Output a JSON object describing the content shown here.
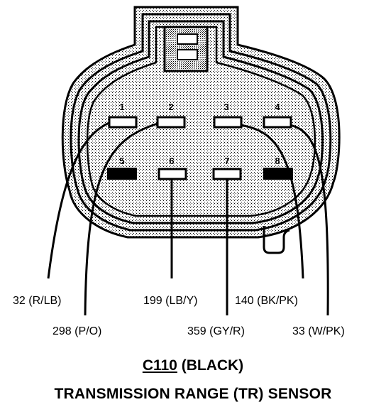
{
  "connector": {
    "id": "C110",
    "color_note": "(BLACK)",
    "name": "TRANSMISSION RANGE (TR) SENSOR"
  },
  "pins": [
    {
      "number": "1",
      "state": "used"
    },
    {
      "number": "2",
      "state": "used"
    },
    {
      "number": "3",
      "state": "used"
    },
    {
      "number": "4",
      "state": "used"
    },
    {
      "number": "5",
      "state": "plugged"
    },
    {
      "number": "6",
      "state": "used"
    },
    {
      "number": "7",
      "state": "used"
    },
    {
      "number": "8",
      "state": "plugged"
    }
  ],
  "wires": [
    {
      "pin": "1",
      "label": "32 (R/LB)"
    },
    {
      "pin": "2",
      "label": "298 (P/O)"
    },
    {
      "pin": "6",
      "label": "199 (LB/Y)"
    },
    {
      "pin": "7",
      "label": "359 (GY/R)"
    },
    {
      "pin": "3",
      "label": "140 (BK/PK)"
    },
    {
      "pin": "4",
      "label": "33 (W/PK)"
    }
  ]
}
